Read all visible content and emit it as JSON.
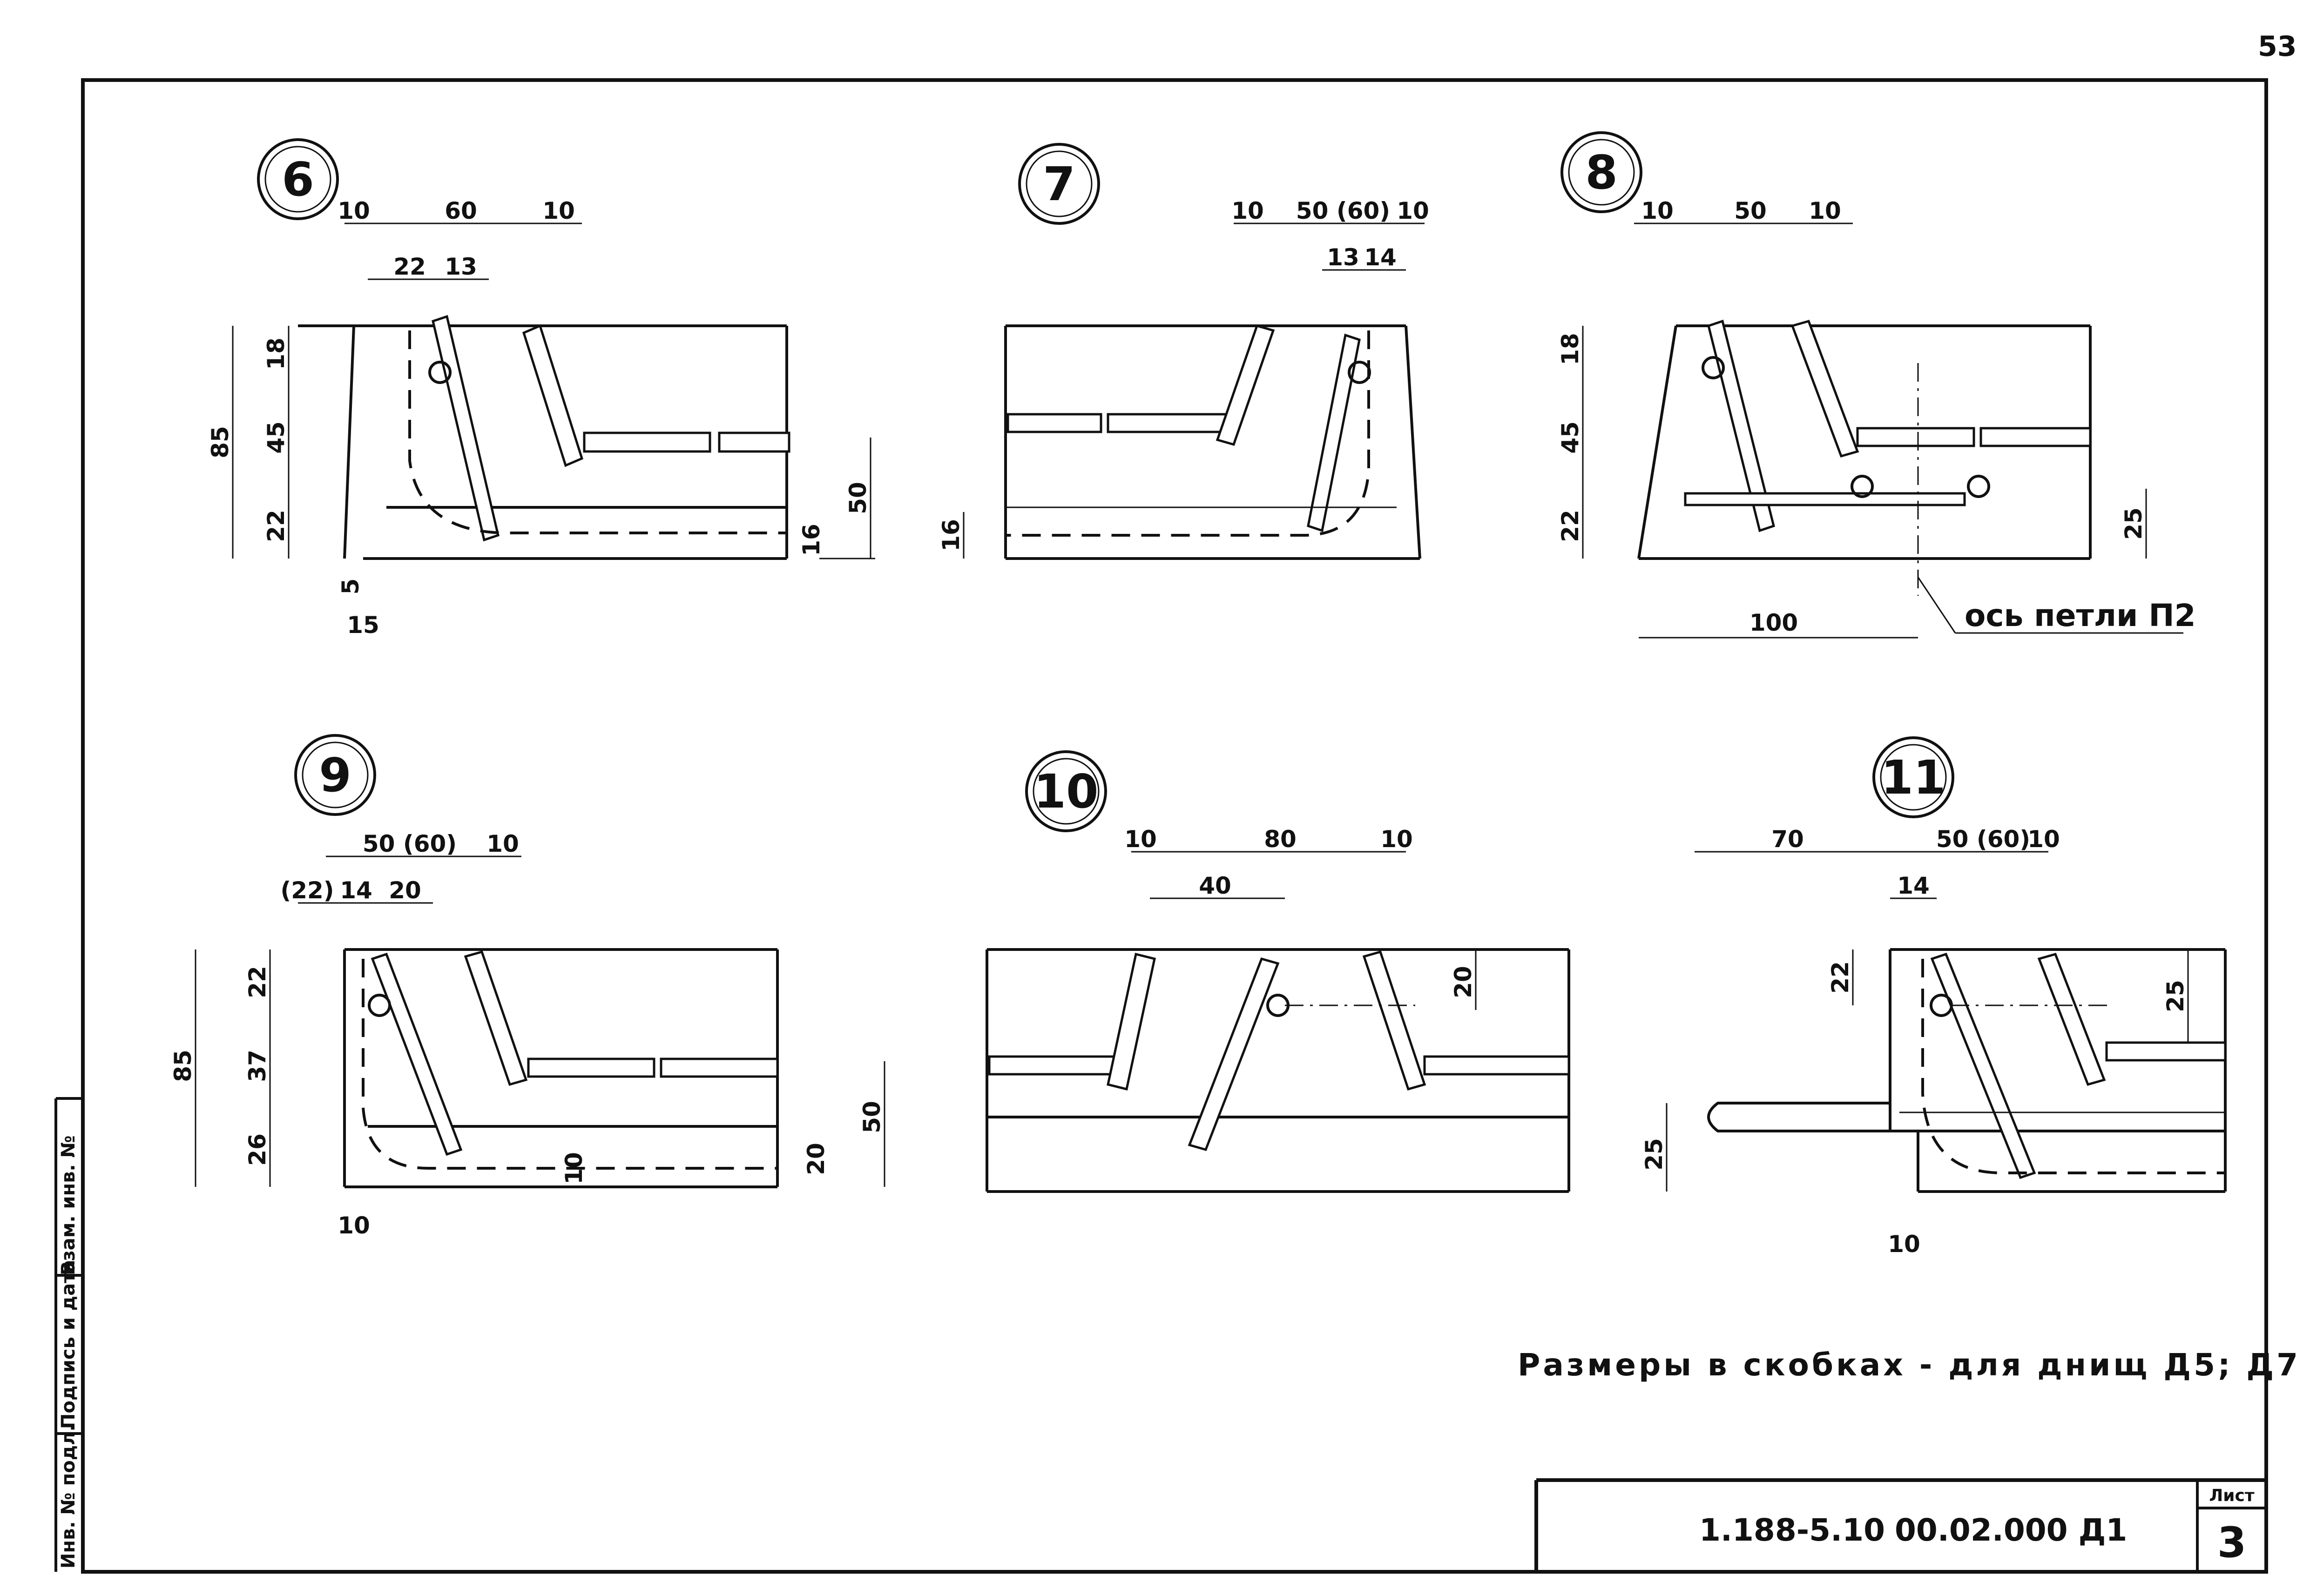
{
  "page_number": "53",
  "details": [
    {
      "id": "6",
      "dims": {
        "top_left": "10",
        "top_mid": "60",
        "top_right": "10",
        "sub_a": "22",
        "sub_b": "13",
        "overall_v": "85",
        "v1": "18",
        "v2": "45",
        "v3": "22",
        "right_v": "50",
        "right_low": "16",
        "bot_a": "5",
        "bot_b": "15"
      }
    },
    {
      "id": "7",
      "dims": {
        "top_a": "10",
        "top_mid": "50 (60)",
        "top_b": "10",
        "sub_a": "13",
        "sub_b": "14",
        "left_v": "16"
      }
    },
    {
      "id": "8",
      "dims": {
        "top_a": "10",
        "top_mid": "50",
        "top_b": "10",
        "v1": "18",
        "v2": "45",
        "v3": "22",
        "right_v": "25",
        "bottom": "100"
      },
      "axis_label": "ось петли П2"
    },
    {
      "id": "9",
      "dims": {
        "top_mid": "50 (60)",
        "top_b": "10",
        "sub_a": "(22)",
        "sub_b": "14",
        "sub_c": "20",
        "overall_v": "85",
        "v1": "22",
        "v2": "37",
        "v3": "26",
        "right_v": "50",
        "right_low": "20",
        "inner": "10",
        "bottom": "10"
      }
    },
    {
      "id": "10",
      "dims": {
        "top_a": "10",
        "top_mid": "80",
        "top_b": "10",
        "sub": "40",
        "right_v": "20"
      }
    },
    {
      "id": "11",
      "dims": {
        "left": "70",
        "top_mid": "50 (60)",
        "top_b": "10",
        "sub": "14",
        "v1": "22",
        "right_v": "25",
        "left_v": "25",
        "bottom": "10"
      }
    }
  ],
  "note": "Размеры в скобках - для днищ Д5; Д7",
  "title_block": {
    "code": "1.188-5.10",
    "drawing_no": "00.02.000 Д1",
    "sheet_label": "Лист",
    "sheet_no": "3"
  },
  "side_stamp": {
    "inv_no": "Инв. № подл.",
    "sign_date": "Подпись и дата",
    "replace_inv": "Взам. инв. №"
  }
}
